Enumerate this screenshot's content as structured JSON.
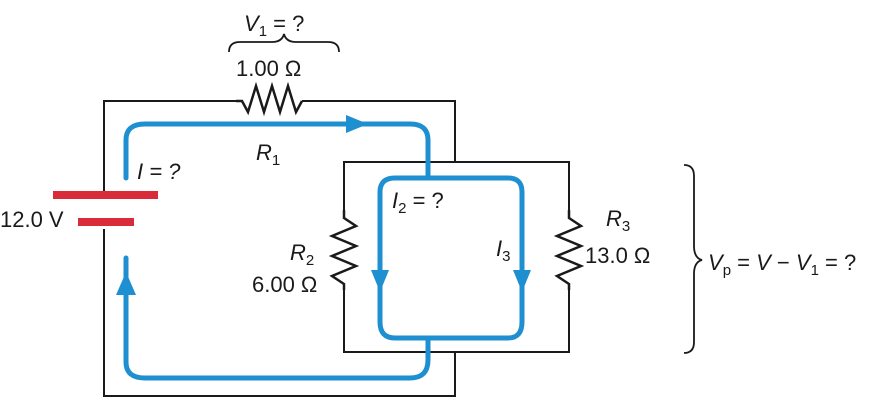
{
  "battery": {
    "value": "12.0 V"
  },
  "r1": {
    "label": "R",
    "sub": "1",
    "value": "1.00 Ω",
    "voltage_prefix": "V",
    "voltage_sub": "1",
    "voltage_suffix": " = ?"
  },
  "r2": {
    "label": "R",
    "sub": "2",
    "value": "6.00 Ω"
  },
  "r3": {
    "label": "R",
    "sub": "3",
    "value": "13.0 Ω"
  },
  "currents": {
    "total": "I = ?",
    "i2_main": "I",
    "i2_sub": "2",
    "i2_suffix": " = ?",
    "i3_main": "I",
    "i3_sub": "3"
  },
  "parallel_voltage": {
    "v": "V",
    "p": "p",
    "eq1": " = ",
    "v2": "V",
    "minus": " − ",
    "v1": "V",
    "v1_sub": "1",
    "eq2": " = ?"
  },
  "colors": {
    "wire": "#1a1a1a",
    "current": "#1e8fd0",
    "battery": "#d92b3a"
  }
}
